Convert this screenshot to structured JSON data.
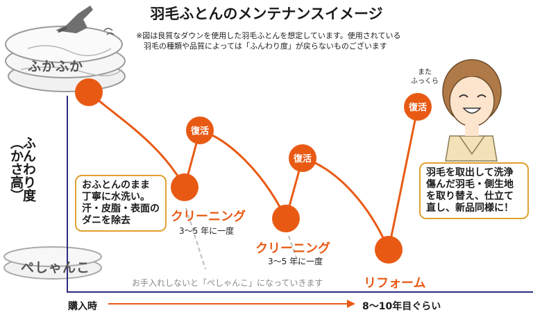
{
  "title": "羽毛ふとんのメンテナンスイメージ",
  "note": [
    "※図は良質なダウンを使用した羽毛ふとんを想定しています。使用されている",
    "　羽毛の種類や品質によっては「ふんわり度」が戻らないものございます"
  ],
  "y_axis": {
    "label_lines": [
      "ふんわり度",
      "（かさ高）"
    ]
  },
  "futon_top_label": "ふかふか",
  "futon_bottom_label": "ぺしゃんこ",
  "revival_badges": [
    "復活",
    "復活",
    "復活"
  ],
  "person_speech": [
    "また",
    "ふっくら"
  ],
  "cleaning_callout": [
    "おふとんのまま",
    "丁寧に水洗い。",
    "汗・皮脂・表面の",
    "ダニを除去"
  ],
  "reform_callout": [
    "羽毛を取出して洗浄",
    "傷んだ羽毛・側生地",
    "を取り替え、仕立て",
    "直し、新品同様に！"
  ],
  "stages": [
    {
      "name": "クリーニング",
      "frequency": "3〜5 年に一度"
    },
    {
      "name": "クリーニング",
      "frequency": "3〜5 年に一度"
    },
    {
      "name": "リフォーム"
    }
  ],
  "flat_note": "お手入れしないと「ぺしゃんこ」になっていきます",
  "x_axis": {
    "start": "購入時",
    "end": "8〜10年目ぐらい"
  },
  "colors": {
    "accent": "#e85a14",
    "axis": "#2b2b80",
    "callout_border": "#e0a030"
  }
}
